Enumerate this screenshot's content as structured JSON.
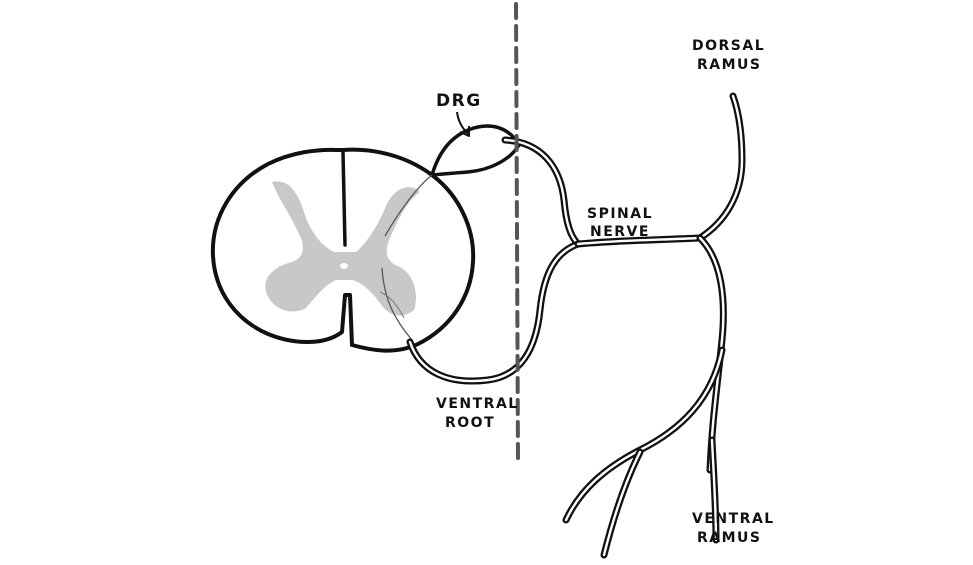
{
  "labels": {
    "drg": "DRG",
    "dorsal_ramus_1": "DORSAL",
    "dorsal_ramus_2": "RAMUS",
    "spinal_nerve_1": "SPINAL",
    "spinal_nerve_2": "NERVE",
    "ventral_root_1": "VENTRAL",
    "ventral_root_2": "ROOT",
    "ventral_ramus_1": "VENTRAL",
    "ventral_ramus_2": "RAMUS"
  },
  "colors": {
    "outline": "#111111",
    "grey_matter": "#c8c8c8",
    "background": "#ffffff"
  }
}
